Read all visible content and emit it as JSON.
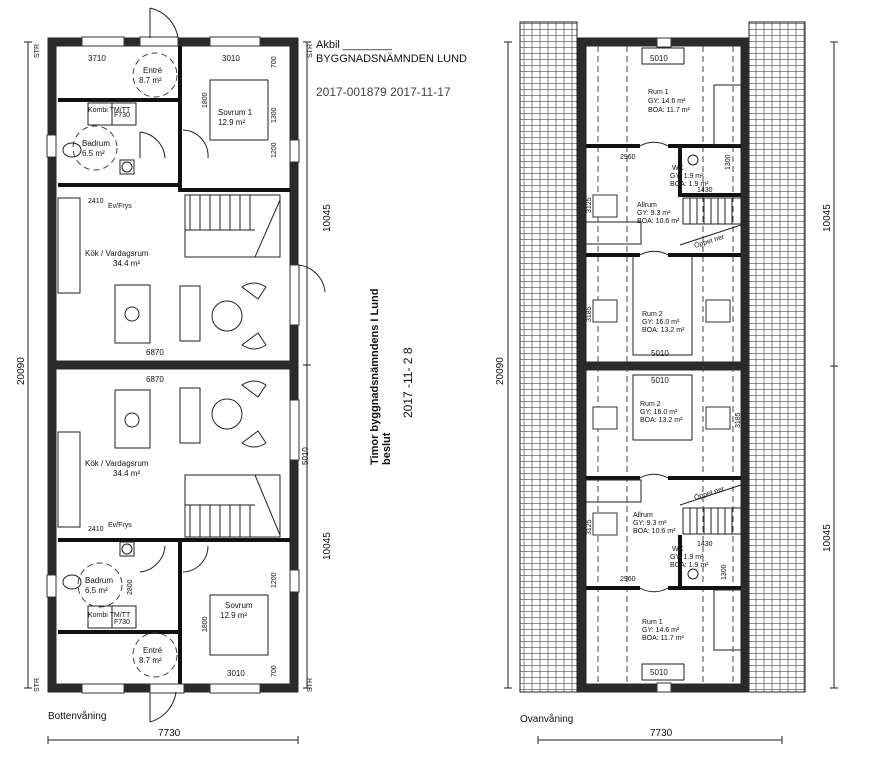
{
  "stamp": {
    "line1": "Akbil ________",
    "line2": "BYGGNADSNÄMNDEN LUND",
    "line3": "2017-001879  2017-11-17",
    "rotated1": "Timor byggnadsnämndens I Lund",
    "rotated2": "beslut",
    "rotated3": "2017 -11- 2 8"
  },
  "ground_floor": {
    "title": "Bottenvåning",
    "width_dim": "7730",
    "height_dim": "20090",
    "half_dim_top": "10045",
    "half_dim_bottom": "10045",
    "side_dim": "5010",
    "str": "STR",
    "top_unit": {
      "entre": {
        "name": "Entré",
        "area": "8.7 m²",
        "dim": "3710"
      },
      "badrum": {
        "name": "Badrum",
        "area": "6.5 m²"
      },
      "kombi": "Kombi TM/TT",
      "f730": "F730",
      "sovrum": {
        "name": "Sovrum 1",
        "area": "12.9 m²",
        "dim_w": "3010",
        "d700": "700",
        "d1800": "1800",
        "d1300": "1300",
        "d1200": "1200"
      },
      "kok": {
        "name": "Kök / Vardagsrum",
        "area": "34.4 m²",
        "dim": "6870"
      },
      "fridge": {
        "dim": "2410",
        "label": "Ev/Frys"
      }
    },
    "bottom_unit": {
      "entre": {
        "name": "Entré",
        "area": "8.7 m²"
      },
      "badrum": {
        "name": "Badrum",
        "area": "6.5 m²",
        "dim": "2800"
      },
      "kombi": "Kombi TM/TT",
      "f730": "F730",
      "sovrum": {
        "name": "Sovrum",
        "area": "12.9 m²",
        "dim_w": "3010",
        "d700": "700",
        "d1800": "1800",
        "d1200": "1200"
      },
      "kok": {
        "name": "Kök / Vardagsrum",
        "area": "34.4 m²",
        "dim": "6870"
      },
      "fridge": {
        "dim": "2410",
        "label": "Ev/Frys"
      }
    }
  },
  "upper_floor": {
    "title": "Ovanvåning",
    "width_dim": "7730",
    "height_dim": "20090",
    "half_dim_top": "10045",
    "half_dim_bottom": "10045",
    "top_unit": {
      "rum1": {
        "name": "Rum 1",
        "gy": "GY: 14.6 m²",
        "boa": "BOA: 11.7 m²",
        "dim": "5010"
      },
      "wc": {
        "name": "WC",
        "gy": "GY: 1.9 m²",
        "boa": "BOA: 1.9 m²",
        "d1300": "1300",
        "d1430": "1430"
      },
      "d2960": "2960",
      "allrum": {
        "name": "Allrum",
        "gy": "GY: 9.3 m²",
        "boa": "BOA: 10.6 m²",
        "dim": "3125"
      },
      "open": "Öppet ner",
      "rum2": {
        "name": "Rum 2",
        "gy": "GY: 16.0 m²",
        "boa": "BOA: 13.2 m²",
        "dim": "5010",
        "d3185": "3185"
      }
    },
    "bottom_unit": {
      "rum2": {
        "name": "Rum 2",
        "gy": "GY: 16.0 m²",
        "boa": "BOA: 13.2 m²",
        "dim": "5010",
        "d3185": "3185"
      },
      "open": "Öppet ner",
      "allrum": {
        "name": "Allrum",
        "gy": "GY: 9.3 m²",
        "boa": "BOA: 10.6 m²",
        "dim": "3125"
      },
      "wc": {
        "name": "WC",
        "gy": "GY: 1.9 m²",
        "boa": "BOA: 1.9 m²",
        "d1300": "1300",
        "d1430": "1430"
      },
      "d2960": "2960",
      "rum1": {
        "name": "Rum 1",
        "gy": "GY: 14.6 m²",
        "boa": "BOA: 11.7 m²",
        "dim": "5010"
      }
    }
  }
}
